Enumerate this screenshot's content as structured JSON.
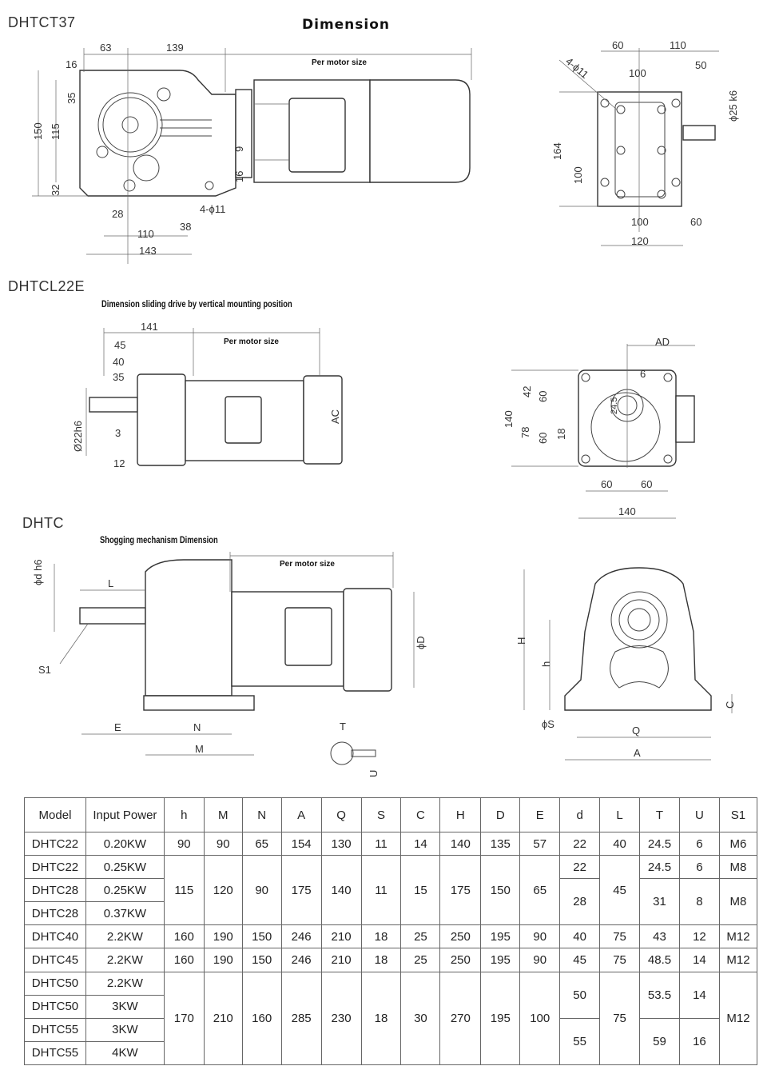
{
  "page_title": "Dimension",
  "sections": {
    "t37": {
      "model": "DHTCT37",
      "per_motor": "Per motor size",
      "side_dims": [
        "63",
        "139",
        "16",
        "35",
        "150",
        "115",
        "32",
        "28",
        "110",
        "143",
        "38",
        "4-ϕ11",
        "9",
        "16"
      ],
      "end_dims": [
        "60",
        "110",
        "50",
        "100",
        "4-ϕ11",
        "ϕ25 k6",
        "164",
        "100",
        "100",
        "60",
        "120"
      ]
    },
    "cl22e": {
      "model": "DHTCL22E",
      "subtitle": "Dimension sliding drive by vertical mounting position",
      "per_motor": "Per motor size",
      "side_dims": [
        "141",
        "45",
        "40",
        "35",
        "Ø22h6",
        "3",
        "12",
        "AC"
      ],
      "end_dims": [
        "AD",
        "6",
        "42",
        "60",
        "24.5",
        "140",
        "78",
        "60",
        "18",
        "60",
        "60",
        "140"
      ]
    },
    "dhtc": {
      "model": "DHTC",
      "subtitle": "Shogging mechanism Dimension",
      "per_motor": "Per motor size",
      "side_dims": [
        "ϕd h6",
        "L",
        "S1",
        "E",
        "N",
        "M",
        "ϕD",
        "T",
        "U"
      ],
      "end_dims": [
        "H",
        "h",
        "C",
        "ϕS",
        "Q",
        "A"
      ]
    }
  },
  "table": {
    "headers": [
      "Model",
      "Input Power",
      "h",
      "M",
      "N",
      "A",
      "Q",
      "S",
      "C",
      "H",
      "D",
      "E",
      "d",
      "L",
      "T",
      "U",
      "S1"
    ],
    "rows": [
      [
        {
          "v": "DHTC22"
        },
        {
          "v": "0.20KW"
        },
        {
          "v": "90"
        },
        {
          "v": "90"
        },
        {
          "v": "65"
        },
        {
          "v": "154"
        },
        {
          "v": "130"
        },
        {
          "v": "11"
        },
        {
          "v": "14"
        },
        {
          "v": "140"
        },
        {
          "v": "135"
        },
        {
          "v": "57"
        },
        {
          "v": "22"
        },
        {
          "v": "40"
        },
        {
          "v": "24.5"
        },
        {
          "v": "6"
        },
        {
          "v": "M6"
        }
      ],
      [
        {
          "v": "DHTC22"
        },
        {
          "v": "0.25KW"
        },
        {
          "v": "115",
          "rs": 3
        },
        {
          "v": "120",
          "rs": 3
        },
        {
          "v": "90",
          "rs": 3
        },
        {
          "v": "175",
          "rs": 3
        },
        {
          "v": "140",
          "rs": 3
        },
        {
          "v": "11",
          "rs": 3
        },
        {
          "v": "15",
          "rs": 3
        },
        {
          "v": "175",
          "rs": 3
        },
        {
          "v": "150",
          "rs": 3
        },
        {
          "v": "65",
          "rs": 3
        },
        {
          "v": "22"
        },
        {
          "v": "45",
          "rs": 3
        },
        {
          "v": "24.5"
        },
        {
          "v": "6"
        },
        {
          "v": "M8"
        }
      ],
      [
        {
          "v": "DHTC28"
        },
        {
          "v": "0.25KW"
        },
        {
          "v": "28",
          "rs": 2
        },
        {
          "v": "31",
          "rs": 2
        },
        {
          "v": "8",
          "rs": 2
        },
        {
          "v": "M8",
          "rs": 2
        }
      ],
      [
        {
          "v": "DHTC28"
        },
        {
          "v": "0.37KW"
        }
      ],
      [
        {
          "v": "DHTC40"
        },
        {
          "v": "2.2KW"
        },
        {
          "v": "160"
        },
        {
          "v": "190"
        },
        {
          "v": "150"
        },
        {
          "v": "246"
        },
        {
          "v": "210"
        },
        {
          "v": "18"
        },
        {
          "v": "25"
        },
        {
          "v": "250"
        },
        {
          "v": "195"
        },
        {
          "v": "90"
        },
        {
          "v": "40"
        },
        {
          "v": "75"
        },
        {
          "v": "43"
        },
        {
          "v": "12"
        },
        {
          "v": "M12"
        }
      ],
      [
        {
          "v": "DHTC45"
        },
        {
          "v": "2.2KW"
        },
        {
          "v": "160"
        },
        {
          "v": "190"
        },
        {
          "v": "150"
        },
        {
          "v": "246"
        },
        {
          "v": "210"
        },
        {
          "v": "18"
        },
        {
          "v": "25"
        },
        {
          "v": "250"
        },
        {
          "v": "195"
        },
        {
          "v": "90"
        },
        {
          "v": "45"
        },
        {
          "v": "75"
        },
        {
          "v": "48.5"
        },
        {
          "v": "14"
        },
        {
          "v": "M12"
        }
      ],
      [
        {
          "v": "DHTC50"
        },
        {
          "v": "2.2KW"
        },
        {
          "v": "170",
          "rs": 4
        },
        {
          "v": "210",
          "rs": 4
        },
        {
          "v": "160",
          "rs": 4
        },
        {
          "v": "285",
          "rs": 4
        },
        {
          "v": "230",
          "rs": 4
        },
        {
          "v": "18",
          "rs": 4
        },
        {
          "v": "30",
          "rs": 4
        },
        {
          "v": "270",
          "rs": 4
        },
        {
          "v": "195",
          "rs": 4
        },
        {
          "v": "100",
          "rs": 4
        },
        {
          "v": "50",
          "rs": 2
        },
        {
          "v": "75",
          "rs": 4
        },
        {
          "v": "53.5",
          "rs": 2
        },
        {
          "v": "14",
          "rs": 2
        },
        {
          "v": "M12",
          "rs": 4
        }
      ],
      [
        {
          "v": "DHTC50"
        },
        {
          "v": "3KW"
        }
      ],
      [
        {
          "v": "DHTC55"
        },
        {
          "v": "3KW"
        },
        {
          "v": "55",
          "rs": 2
        },
        {
          "v": "59",
          "rs": 2
        },
        {
          "v": "16",
          "rs": 2
        }
      ],
      [
        {
          "v": "DHTC55"
        },
        {
          "v": "4KW"
        }
      ]
    ]
  }
}
